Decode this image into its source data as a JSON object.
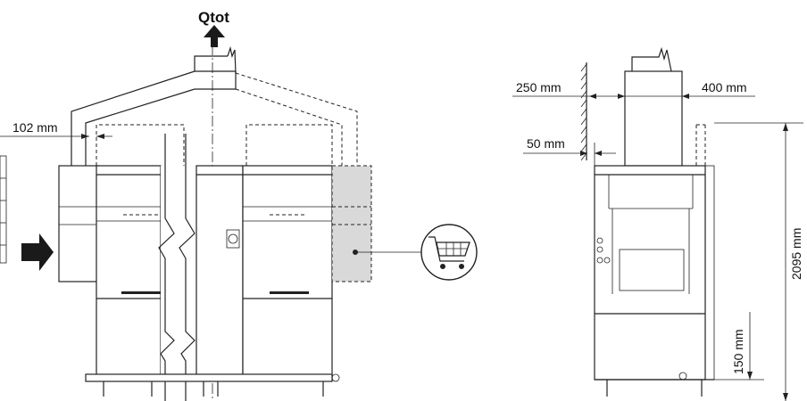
{
  "labels": {
    "qtot": "Qtot",
    "dim_102": "102 mm",
    "dim_250": "250 mm",
    "dim_400": "400 mm",
    "dim_50": "50 mm",
    "dim_2095": "2095 mm",
    "dim_150": "150 mm"
  },
  "icons": {
    "cart": "shopping-cart-icon",
    "arrow_up": "arrow-up-icon",
    "arrow_right": "arrow-right-icon"
  },
  "colors": {
    "line": "#222222",
    "option_fill": "#d9d9d9",
    "arrow": "#1a1a1a"
  }
}
